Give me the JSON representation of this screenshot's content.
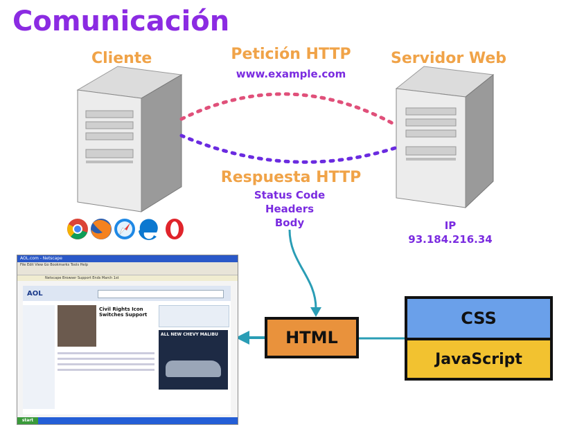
{
  "title": "Comunicación",
  "client": {
    "label": "Cliente"
  },
  "server": {
    "label": "Servidor Web",
    "ip_label": "IP",
    "ip_value": "93.184.216.34"
  },
  "request": {
    "label": "Petición HTTP",
    "url": "www.example.com"
  },
  "response": {
    "label": "Respuesta HTTP",
    "items": [
      "Status Code",
      "Headers",
      "Body"
    ]
  },
  "boxes": {
    "html": "HTML",
    "css": "CSS",
    "js": "JavaScript"
  },
  "browser_icons": [
    "chrome-icon",
    "firefox-icon",
    "safari-icon",
    "edge-icon",
    "opera-icon"
  ],
  "browser_window": {
    "window_title": "AOL.com - Netscape",
    "notice": "Netscape Browser Support Ends March 1st",
    "news_headline": "Civil Rights Icon Switches Support",
    "ad_headline": "ALL NEW CHEVY MALIBU",
    "start_label": "start"
  },
  "colors": {
    "orange": "#f0a348",
    "purple": "#7a2be0",
    "request_dots": "#e0507a",
    "response_dots": "#6a2be0",
    "arrow": "#2a9db5"
  }
}
